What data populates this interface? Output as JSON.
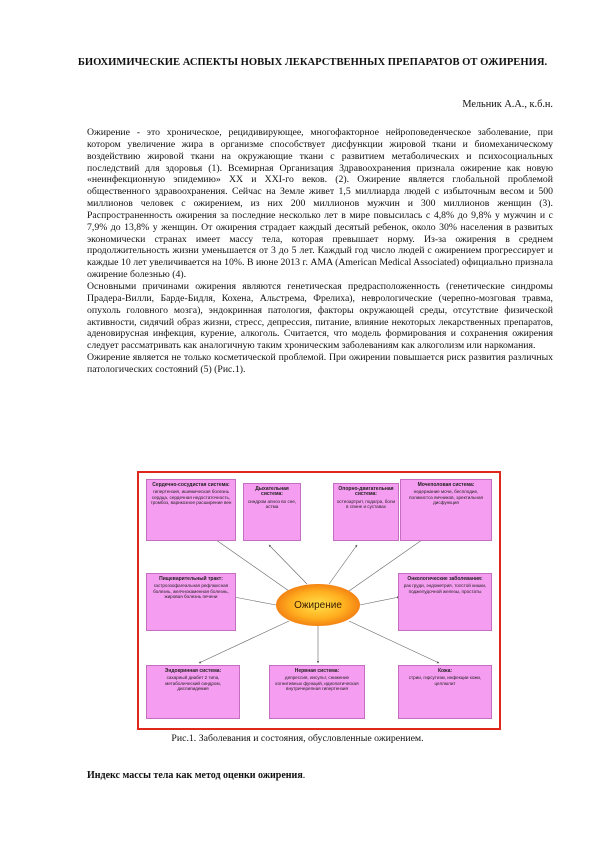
{
  "title": "БИОХИМИЧЕСКИЕ АСПЕКТЫ НОВЫХ ЛЕКАРСТВЕННЫХ ПРЕПАРАТОВ ОТ ОЖИРЕНИЯ.",
  "author": "Мельник А.А., к.б.н.",
  "paragraphs": [
    "Ожирение - это хроническое, рецидивирующее, многофакторное нейроповеденческое заболевание, при котором увеличение жира в организме способствует дисфункции жировой ткани и биомеханическому воздействию жировой ткани на окружающие ткани с развитием метаболических и психосоциальных последствий для здоровья (1). Всемирная Организация Здравоохранения признала ожирение как новую «неинфекционную эпидемию» XX и XXI-го веков. (2). Ожирение является глобальной проблемой общественного здравоохранения. Сейчас на Земле живет 1,5 миллиарда людей с избыточным весом и 500 миллионов человек с ожирением, из них 200 миллионов мужчин и 300 миллионов женщин (3). Распространенность ожирения за последние несколько лет в мире повысилась с 4,8% до 9,8% у мужчин и с 7,9% до 13,8% у женщин. От ожирения страдает каждый десятый ребенок, около 30% населения в развитых экономически странах имеет массу тела, которая превышает норму. Из-за ожирения в среднем продолжительность жизни уменьшается от 3 до 5 лет. Каждый год число людей с ожирением прогрессирует и каждые 10 лет увеличивается на 10%. В июне 2013 г. AMA (American Medical Associated) официально признала ожирение болезнью (4).",
    "Основными причинами ожирения являются генетическая предрасположенность (генетические синдромы Прадера-Вилли, Барде-Бидля, Кохена, Альстрема, Фрелиха), неврологические (черепно-мозговая травма, опухоль головного мозга), эндокринная патология, факторы окружающей среды, отсутствие физической активности, сидячий образ жизни, стресс, депрессия, питание, влияние некоторых лекарственных препаратов, аденовирусная инфекция, курение, алкоголь. Считается, что модель формирования и сохранения ожирения следует рассматривать как аналогичную таким хроническим заболеваниям как алкоголизм или наркомания.",
    "Ожирение является не только косметической проблемой. При ожирении повышается риск развития различных патологических состояний (5) (Рис.1)."
  ],
  "figure": {
    "center_label": "Ожирение",
    "boxes": [
      {
        "title": "Сердечно-сосудистая система:",
        "body": "гипертензия, ишемическая болезнь сердца, сердечная недостаточность, тромбоз, варикозное расширение вен"
      },
      {
        "title": "Дыхательная система:",
        "body": "синдром апноэ во сне, астма"
      },
      {
        "title": "Опорно-двигательная система:",
        "body": "остеоартрит, подагра, боли в спине и суставах"
      },
      {
        "title": "Мочеполовая система:",
        "body": "недержание мочи, бесплодие, поликистоз яичников, эректильная дисфункция"
      },
      {
        "title": "Пищеварительный тракт:",
        "body": "гастроэзофагеальная рефлюксная болезнь, желчнокаменная болезнь, жировая болезнь печени"
      },
      {
        "title": "Онкологические заболевания:",
        "body": "рак груди, эндометрия, толстой кишки, поджелудочной железы, простаты"
      },
      {
        "title": "Эндокринная система:",
        "body": "сахарный диабет 2 типа, метаболический синдром, дислипидемия"
      },
      {
        "title": "Нервная система:",
        "body": "депрессия, инсульт, снижение когнитивных функций, идиопатическая внутричерепная гипертензия"
      },
      {
        "title": "Кожа:",
        "body": "стрии, гирсутизм, инфекции кожи, целлюлит"
      }
    ]
  },
  "caption": "Рис.1. Заболевания и состояния, обусловленные ожирением.",
  "subheading": "Индекс массы тела как метод оценки ожирения",
  "subheading_tail": "."
}
